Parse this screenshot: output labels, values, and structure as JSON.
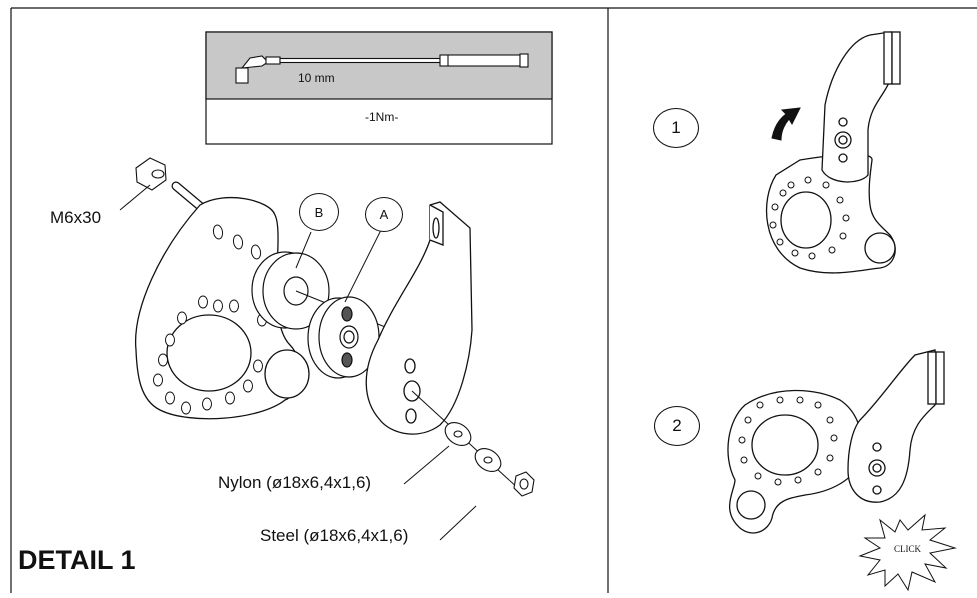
{
  "torque_box": {
    "tool_size": "10 mm",
    "torque": "-1Nm-"
  },
  "labels": {
    "bolt": "M6x30",
    "part_b": "B",
    "part_a": "A",
    "nylon_washer": "Nylon (ø18x6,4x1,6)",
    "steel_washer": "Steel (ø18x6,4x1,6)",
    "detail": "DETAIL 1"
  },
  "steps": [
    {
      "number": "1"
    },
    {
      "number": "2"
    }
  ],
  "click_text": "CLICK",
  "colors": {
    "ink": "#111111",
    "tool_panel": "#c8c8c8"
  }
}
